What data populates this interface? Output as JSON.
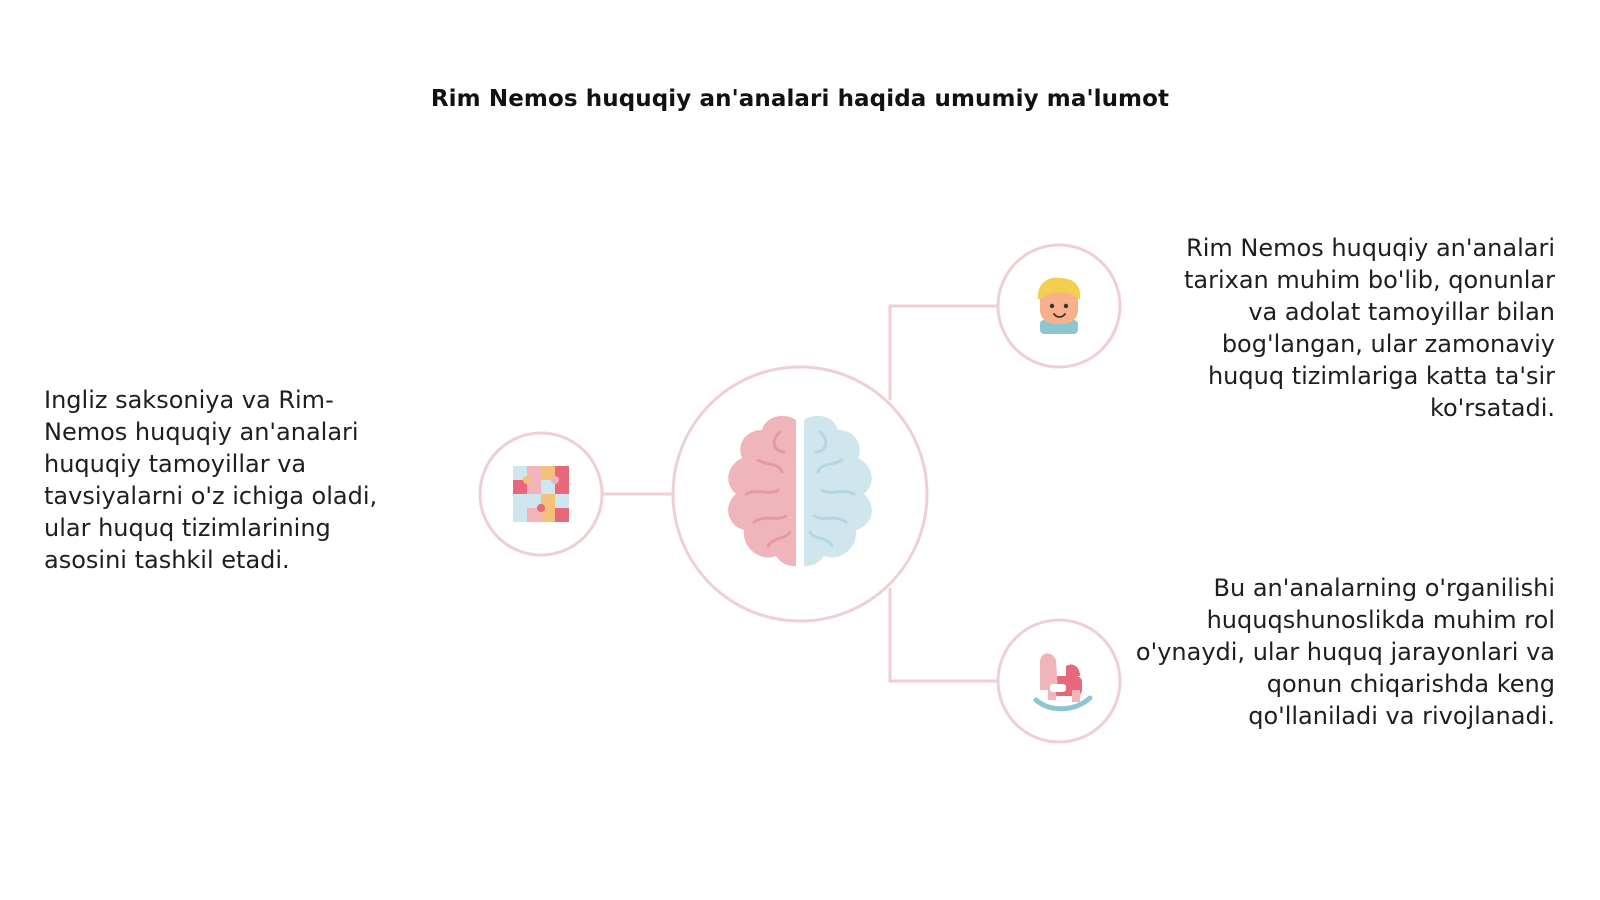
{
  "title": "Rim Nemos huquqiy an'analari haqida umumiy ma'lumot",
  "blocks": {
    "left": "Ingliz saksoniya va Rim-Nemos huquqiy an'analari huquqiy tamoyillar va tavsiyalarni o'z ichiga oladi, ular huquq tizimlarining asosini tashkil etadi.",
    "top_right": "Rim Nemos huquqiy an'analari tarixan muhim bo'lib, qonunlar va adolat tamoyillar bilan bog'langan, ular zamonaviy huquq tizimlariga katta ta'sir ko'rsatadi.",
    "bottom_right": "Bu an'analarning o'rganilishi huquqshunoslikda muhim rol o'ynaydi, ular huquq jarayonlari va qonun chiqarishda keng qo'llaniladi va rivojlanadi."
  },
  "icons": {
    "center": "brain-icon",
    "left": "puzzle-icon",
    "top_right": "child-face-icon",
    "bottom_right": "rocking-horse-icon"
  },
  "colors": {
    "connector": "#f0cfd3",
    "brain_left": "#f0b5bb",
    "brain_right": "#cfe6ee"
  }
}
